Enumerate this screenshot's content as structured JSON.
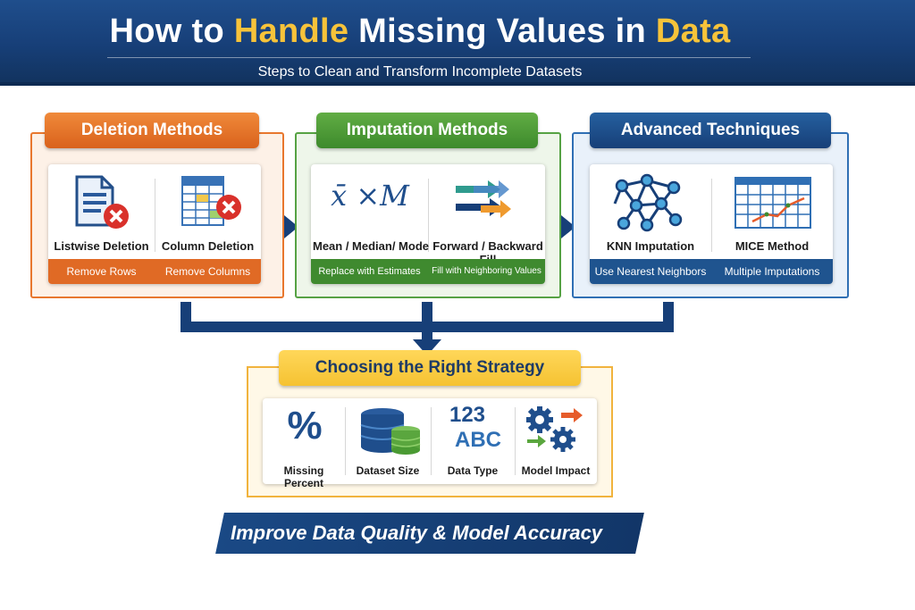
{
  "header": {
    "title_parts": [
      "How to ",
      "Handle",
      " Missing Values in ",
      "Data"
    ],
    "subtitle": "Steps to Clean and Transform Incomplete Datasets"
  },
  "panels": {
    "deletion": {
      "title": "Deletion Methods",
      "items": [
        {
          "label": "Listwise Deletion",
          "icon": "document-delete-icon",
          "footer": "Remove Rows"
        },
        {
          "label": "Column Deletion",
          "icon": "table-delete-icon",
          "footer": "Remove Columns"
        }
      ]
    },
    "imputation": {
      "title": "Imputation Methods",
      "items": [
        {
          "label": "Mean / Median/ Mode",
          "icon": "mean-symbol-icon",
          "symbol": "x̄ ×M",
          "footer": "Replace with Estimates"
        },
        {
          "label": "Forward / Backward Fill",
          "icon": "fill-arrows-icon",
          "footer": "Fill with Neighboring Values"
        }
      ]
    },
    "advanced": {
      "title": "Advanced Techniques",
      "items": [
        {
          "label": "KNN Imputation",
          "icon": "network-icon",
          "footer": "Use Nearest Neighbors"
        },
        {
          "label": "MICE Method",
          "icon": "chart-grid-icon",
          "footer": "Multiple Imputations"
        }
      ]
    }
  },
  "strategy": {
    "title": "Choosing the Right Strategy",
    "items": [
      {
        "label": "Missing Percent",
        "icon": "percent-icon",
        "symbol": "%"
      },
      {
        "label": "Dataset Size",
        "icon": "database-icon"
      },
      {
        "label": "Data Type",
        "icon": "data-type-icon",
        "symbol_top": "123",
        "symbol_bottom": "ABC"
      },
      {
        "label": "Model Impact",
        "icon": "gears-icon"
      }
    ]
  },
  "banner": {
    "text": "Improve Data Quality & Model Accuracy"
  },
  "colors": {
    "navy": "#173f78",
    "orange": "#e8772e",
    "green": "#56a244",
    "blue": "#2f6fb4",
    "gold": "#f7c33a",
    "red": "#d9312b"
  }
}
